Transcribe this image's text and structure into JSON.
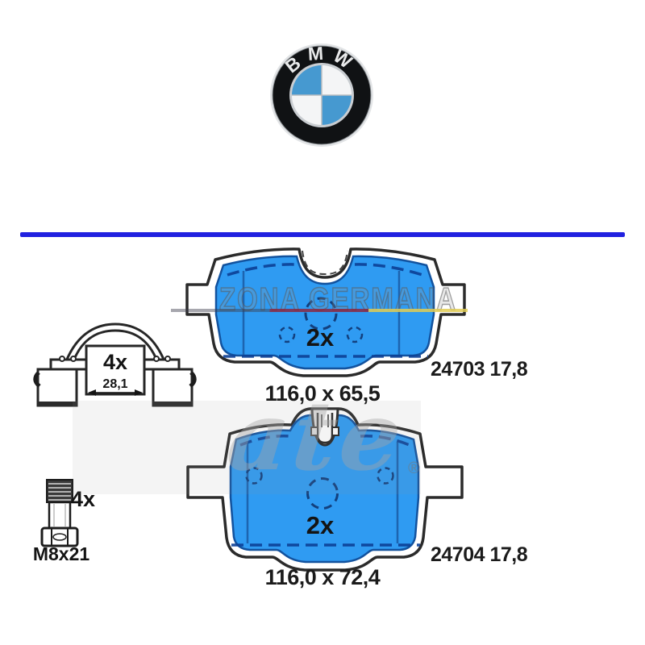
{
  "logo": {
    "letters": "BMW"
  },
  "pads": {
    "top": {
      "qty": "2x",
      "ref": "24703 17,8",
      "size": "116,0 x 65,5"
    },
    "bottom": {
      "qty": "2x",
      "ref": "24704 17,8",
      "size": "116,0 x 72,4"
    }
  },
  "hardware": {
    "clip": {
      "qty": "4x",
      "width": "28,1"
    },
    "bolt": {
      "qty": "4x",
      "thread": "M8x21"
    }
  },
  "watermark": {
    "shop": "ZONA GERMANA",
    "brand": "ate",
    "reg": "®"
  },
  "colors": {
    "pad_fill": "#2f9bf2",
    "divider": "#2121e0",
    "roundel_blue": "#4699d0"
  }
}
